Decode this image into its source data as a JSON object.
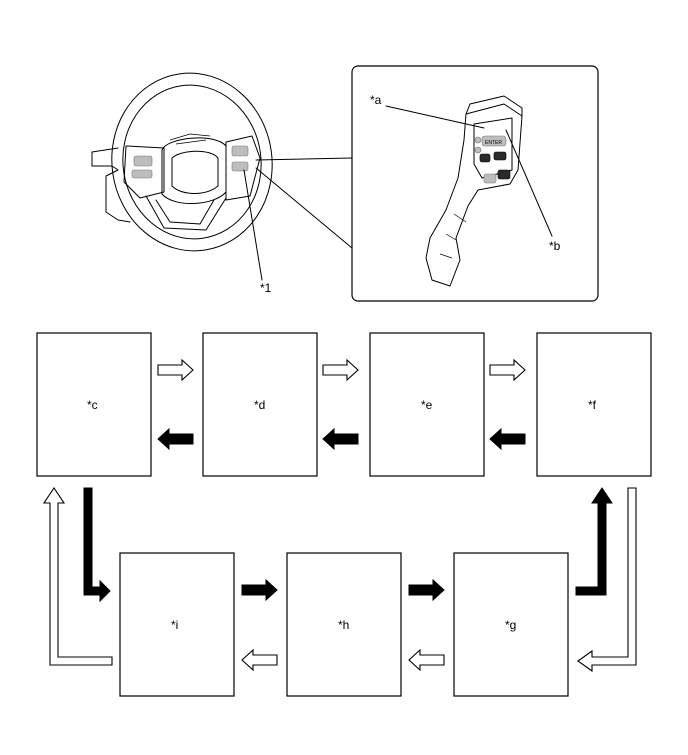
{
  "illustration": {
    "callout_main": "*1",
    "callout_a": "*a",
    "callout_b": "*b",
    "switch_button_text": "ENTER"
  },
  "flow": {
    "boxes": {
      "c": "*c",
      "d": "*d",
      "e": "*e",
      "f": "*f",
      "g": "*g",
      "h": "*h",
      "i": "*i"
    }
  },
  "colors": {
    "line": "#000000",
    "wheel_gray": "#bdbdbd",
    "background": "#ffffff"
  }
}
